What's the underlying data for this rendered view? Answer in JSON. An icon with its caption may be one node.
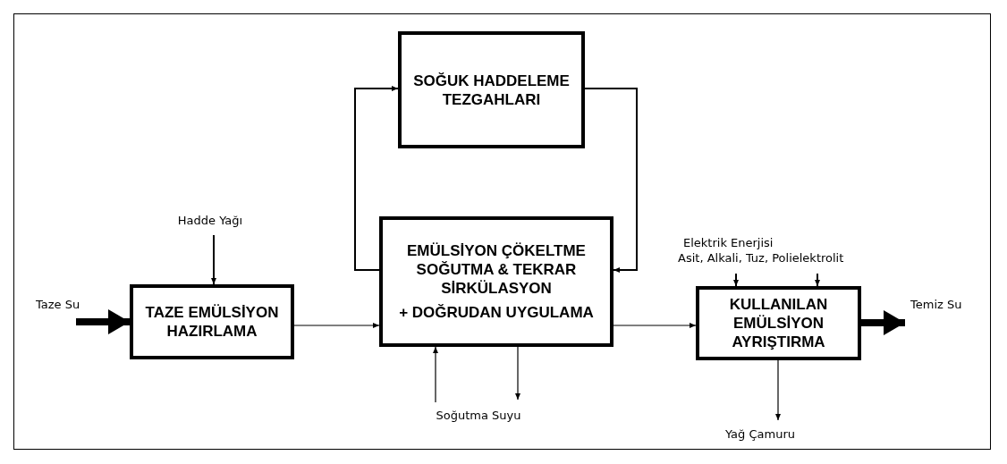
{
  "diagram": {
    "nodes": [
      {
        "text": [
          "SOĞUK HADDELEME TEZGAHLARI"
        ]
      },
      {
        "text": [
          "EMÜLSİYON ÇÖKELTME SOĞUTMA & TEKRAR SİRKÜLASYON",
          "+ DOĞRUDAN UYGULAMA"
        ]
      },
      {
        "text": [
          "TAZE EMÜLSİYON HAZIRLAMA"
        ]
      },
      {
        "text": [
          "KULLANILAN EMÜLSİYON AYRIŞTIRMA"
        ]
      },
      {
        "text": [
          "Hadde Yağı"
        ]
      },
      {
        "text": [
          "Taze Su"
        ]
      },
      {
        "text": [
          "Elektrik Enerjisi",
          "Asit, Alkali, Tuz, Polielektrolit"
        ]
      },
      {
        "text": [
          "Soğutma Suyu"
        ]
      },
      {
        "text": [
          "Temiz Su"
        ]
      },
      {
        "text": [
          "Yağ Çamuru"
        ]
      }
    ],
    "edges": [
      {
        "from": 4,
        "to": 2,
        "arrow": "to"
      },
      {
        "from": 5,
        "to": 2,
        "arrow": "to",
        "style": "thick"
      },
      {
        "from": 2,
        "to": 1,
        "arrow": "to"
      },
      {
        "from": 1,
        "to": 0,
        "arrow": "to"
      },
      {
        "from": 0,
        "to": 1,
        "arrow": "to"
      },
      {
        "from": 7,
        "to": 1,
        "arrow": "to"
      },
      {
        "from": 1,
        "to": 7,
        "arrow": "to"
      },
      {
        "from": 1,
        "to": 3,
        "arrow": "to"
      },
      {
        "from": 6,
        "to": 3,
        "arrow": "to"
      },
      {
        "from": 6,
        "to": 3,
        "arrow": "to"
      },
      {
        "from": 3,
        "to": 8,
        "arrow": "to",
        "style": "thick"
      },
      {
        "from": 3,
        "to": 9,
        "arrow": "to"
      }
    ]
  }
}
